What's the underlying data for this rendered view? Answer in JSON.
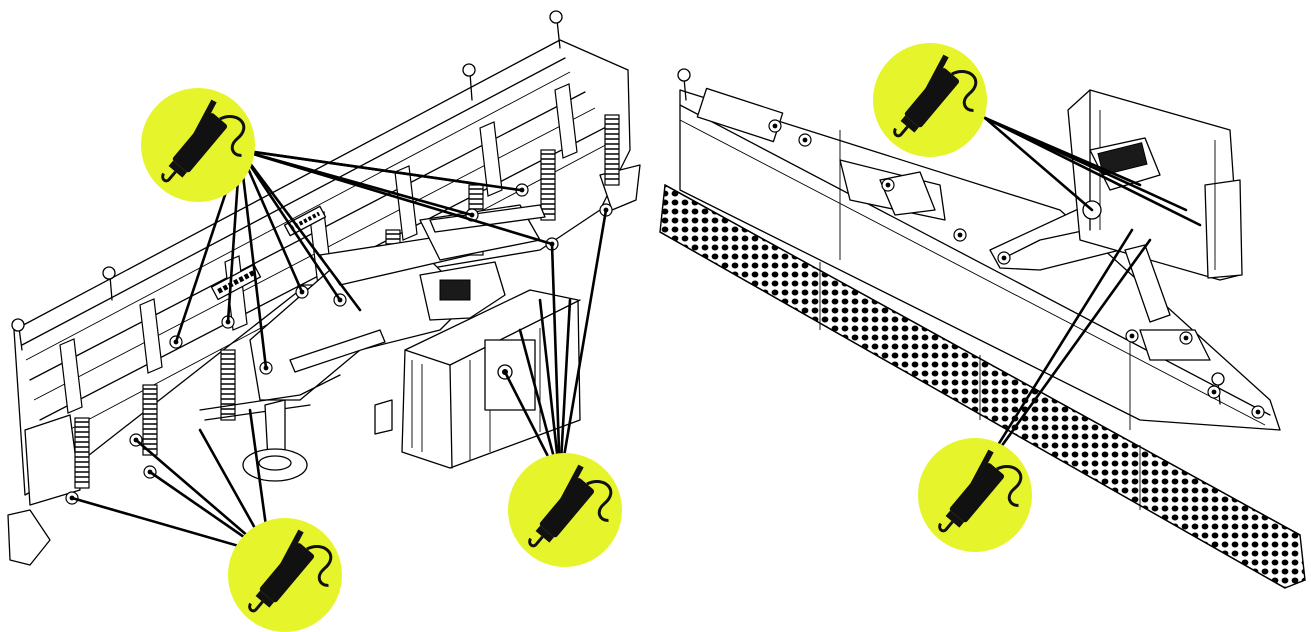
{
  "illustration": {
    "left_view": "angled-plow-left-view",
    "right_view": "straight-plow-rear-view"
  },
  "callout_style": {
    "badge_color": "#e6f52b",
    "leader_color": "#000000",
    "icon": "grease-gun-icon"
  },
  "callouts": [
    {
      "id": "grease-callout-1",
      "icon": "grease-gun-icon"
    },
    {
      "id": "grease-callout-2",
      "icon": "grease-gun-icon"
    },
    {
      "id": "grease-callout-3",
      "icon": "grease-gun-icon"
    },
    {
      "id": "grease-callout-4",
      "icon": "grease-gun-icon"
    },
    {
      "id": "grease-callout-5",
      "icon": "grease-gun-icon"
    }
  ]
}
